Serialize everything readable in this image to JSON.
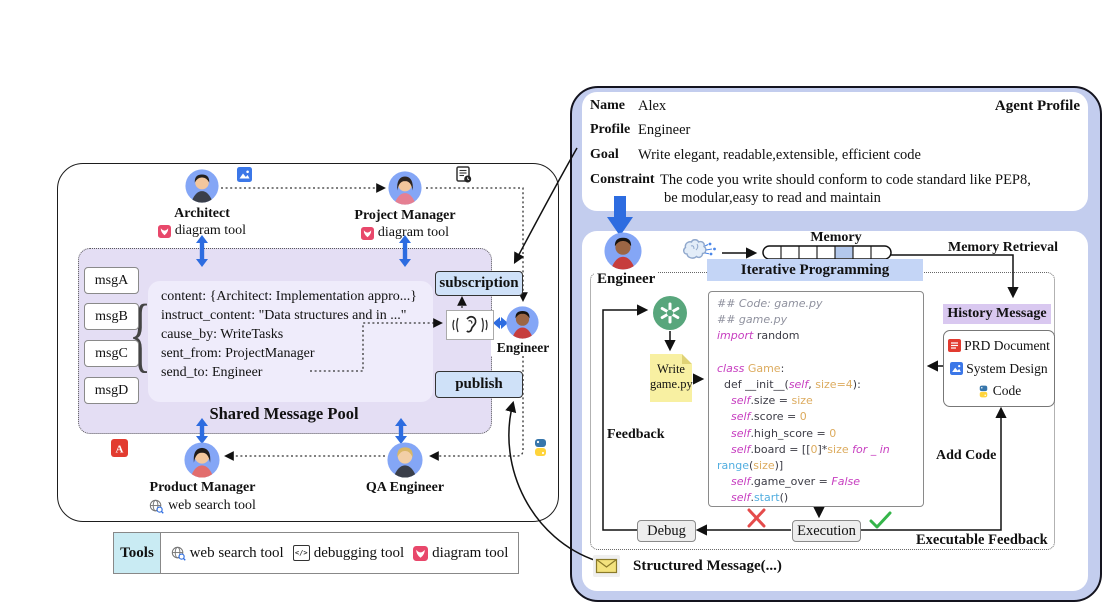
{
  "colors": {
    "panel_blue": "#c3cdee",
    "pool_purple": "#e4def4",
    "accent_blue": "#2d6ce0",
    "box_blue": "#cfe1f8",
    "header_blue": "#c4d5f6",
    "history_purple": "#d9c8f0",
    "note_yellow": "#f8f0a2",
    "tools_cyan": "#c9ebf3",
    "ok_green": "#35b54a",
    "fail_red": "#e54b4b"
  },
  "icons": [
    "image-file-icon",
    "task-list-icon",
    "mermaid-diagram-icon",
    "globe-search-icon",
    "debug-code-icon",
    "pdf-icon",
    "python-icon",
    "listening-ear-icon",
    "brain-icon",
    "gpt-icon",
    "envelope-icon",
    "check-icon",
    "cross-icon"
  ],
  "left": {
    "architect": {
      "name": "Architect",
      "tool": "diagram tool"
    },
    "project_manager": {
      "name": "Project Manager",
      "tool": "diagram tool"
    },
    "engineer": {
      "name": "Engineer"
    },
    "product_manager": {
      "name": "Product Manager",
      "tool": "web search tool"
    },
    "qa": {
      "name": "QA Engineer"
    },
    "subscription": "subscription",
    "publish": "publish",
    "pool": {
      "title": "Shared Message Pool",
      "messages": [
        "msgA",
        "msgB",
        "msgC",
        "msgD"
      ],
      "fields": [
        "content: {Architect: Implementation appro...}",
        "instruct_content: \"Data structures and in ...\"",
        "cause_by: WriteTasks",
        "sent_from: ProjectManager",
        "send_to: Engineer"
      ]
    }
  },
  "legend": {
    "label": "Tools",
    "items": [
      "web search tool",
      "debugging tool",
      "diagram tool"
    ]
  },
  "right": {
    "profile": {
      "title": "Agent Profile",
      "name_label": "Name",
      "name": "Alex",
      "profile_label": "Profile",
      "profile": "Engineer",
      "goal_label": "Goal",
      "goal": "Write elegant, readable,extensible, efficient code",
      "constraint_label": "Constraint",
      "constraint1": "The code you write should conform to code standard like PEP8,",
      "constraint2": "be modular,easy to read and maintain"
    },
    "engineer": "Engineer",
    "memory": "Memory",
    "memory_retrieval": "Memory Retrieval",
    "iterative_title": "Iterative Programming",
    "feedback": "Feedback",
    "debug": "Debug",
    "execution": "Execution",
    "executable_feedback": "Executable Feedback",
    "add_code": "Add Code",
    "note1": "Write",
    "note2": "game.py",
    "history": {
      "title": "History Message",
      "items": [
        "PRD Document",
        "System Design",
        "Code"
      ]
    },
    "structured": "Structured Message(...)",
    "code_lines": [
      [
        [
          "g",
          "## Code: game.py"
        ]
      ],
      [
        [
          "g",
          "## game.py"
        ]
      ],
      [
        [
          "m",
          "import"
        ],
        [
          "d",
          " random"
        ]
      ],
      [],
      [
        [
          "m",
          "class "
        ],
        [
          "o",
          "Game"
        ],
        [
          "d",
          ":"
        ]
      ],
      [
        [
          "d",
          "  def __init__("
        ],
        [
          "m",
          "self"
        ],
        [
          "d",
          ", "
        ],
        [
          "o",
          "size=4"
        ],
        [
          "d",
          "):"
        ]
      ],
      [
        [
          "d",
          "    "
        ],
        [
          "m",
          "self"
        ],
        [
          "d",
          ".size = "
        ],
        [
          "o",
          "size"
        ]
      ],
      [
        [
          "d",
          "    "
        ],
        [
          "m",
          "self"
        ],
        [
          "d",
          ".score = "
        ],
        [
          "o",
          "0"
        ]
      ],
      [
        [
          "d",
          "    "
        ],
        [
          "m",
          "self"
        ],
        [
          "d",
          ".high_score = "
        ],
        [
          "o",
          "0"
        ]
      ],
      [
        [
          "d",
          "    "
        ],
        [
          "m",
          "self"
        ],
        [
          "d",
          ".board = [["
        ],
        [
          "o",
          "0"
        ],
        [
          "d",
          "]*"
        ],
        [
          "o",
          "size"
        ],
        [
          "m",
          " for _ in"
        ]
      ],
      [
        [
          "b",
          "range"
        ],
        [
          "d",
          "("
        ],
        [
          "o",
          "size"
        ],
        [
          "d",
          ")]"
        ]
      ],
      [
        [
          "d",
          "    "
        ],
        [
          "m",
          "self"
        ],
        [
          "d",
          ".game_over = "
        ],
        [
          "m",
          "False"
        ]
      ],
      [
        [
          "d",
          "    "
        ],
        [
          "m",
          "self"
        ],
        [
          "d",
          "."
        ],
        [
          "b",
          "start"
        ],
        [
          "d",
          "()"
        ]
      ]
    ]
  }
}
